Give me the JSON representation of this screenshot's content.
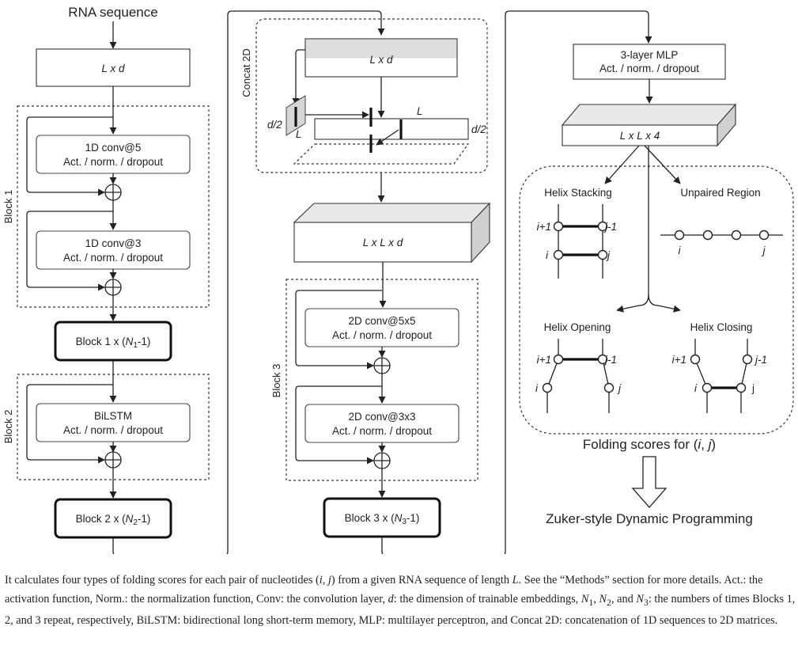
{
  "labels": {
    "rna_sequence": "RNA sequence",
    "lxd": "L x d",
    "block1": "Block 1",
    "conv5_title": "1D conv@5",
    "conv3_title": "1D conv@3",
    "act_norm_dropout": "Act. / norm. / dropout",
    "block1_repeat_prefix": "Block 1 x (",
    "block2": "Block 2",
    "bilstm_title": "BiLSTM",
    "block2_repeat_prefix": "Block 2 x (",
    "concat2d": "Concat 2D",
    "d_half": "d/2",
    "L": "L",
    "lxlxd": "L x L x d",
    "block3": "Block 3",
    "conv2d5_title": "2D conv@5x5",
    "conv2d3_title": "2D conv@3x3",
    "block3_repeat_prefix": "Block 3 x (",
    "mlp_title": "3-layer MLP",
    "lxlx4": "L x L x 4",
    "helix_stacking": "Helix Stacking",
    "unpaired_region": "Unpaired Region",
    "helix_opening": "Helix Opening",
    "helix_closing": "Helix Closing",
    "folding_scores_prefix": "Folding scores for (",
    "zuker": "Zuker-style Dynamic Programming",
    "N": "N",
    "sub1": "1",
    "sub2": "2",
    "sub3": "3",
    "minus_one": "-1)",
    "i_plus_1": "i+1",
    "j_minus_1": "j-1",
    "i": "i",
    "j": "j",
    "comma": ", ",
    "close_paren": ")"
  },
  "caption": {
    "p1_a": "It calculates four types of folding scores for each pair of nucleotides (",
    "p1_i": "i",
    "p1_comma": ", ",
    "p1_j": "j",
    "p1_b": ") from a given RNA sequence of length ",
    "p1_L": "L",
    "p1_c": ". See the “Methods” section for more details. Act.: the activation function, Norm.: the normalization function, Conv: the convolution layer, ",
    "p1_d": "d",
    "p1_e": ": the dimension of trainable embeddings, ",
    "N": "N",
    "sub1": "1",
    "sub2": "2",
    "sub3": "3",
    "sep12": ", ",
    "sep23": ", and ",
    "p1_f": ": the numbers of times Blocks 1, 2, and 3 repeat, respectively, BiLSTM: bidirectional long short-term memory, MLP: multilayer perceptron, and Concat 2D: concatenation of 1D sequences to 2D matrices."
  }
}
